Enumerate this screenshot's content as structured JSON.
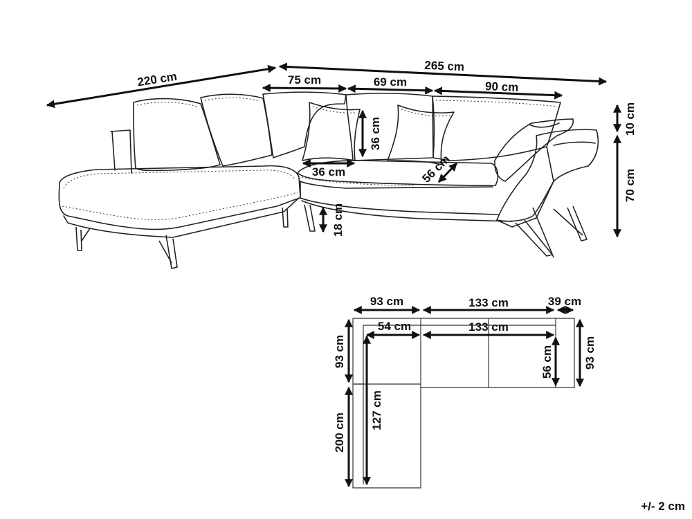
{
  "dimensions": {
    "total_left_length": "220 cm",
    "total_right_length": "265 cm",
    "section_1": "75 cm",
    "section_2": "69 cm",
    "section_3": "90 cm",
    "backrest_height": "36 cm",
    "seat_width": "36 cm",
    "seat_depth": "56 cm",
    "armrest_extra": "10 cm",
    "total_height": "70 cm",
    "leg_height": "18 cm"
  },
  "plan": {
    "corner_width": "93 cm",
    "middle_width": "133 cm",
    "arm_width": "39 cm",
    "inner_seat_left": "54 cm",
    "inner_seat_right": "133 cm",
    "left_depth": "93 cm",
    "right_depth": "93 cm",
    "seat_depth_inner": "56 cm",
    "chaise_length": "200 cm",
    "chaise_inner": "127 cm"
  },
  "tolerance": "+/- 2 cm",
  "colors": {
    "line": "#222222",
    "text": "#111111",
    "background": "#ffffff"
  }
}
